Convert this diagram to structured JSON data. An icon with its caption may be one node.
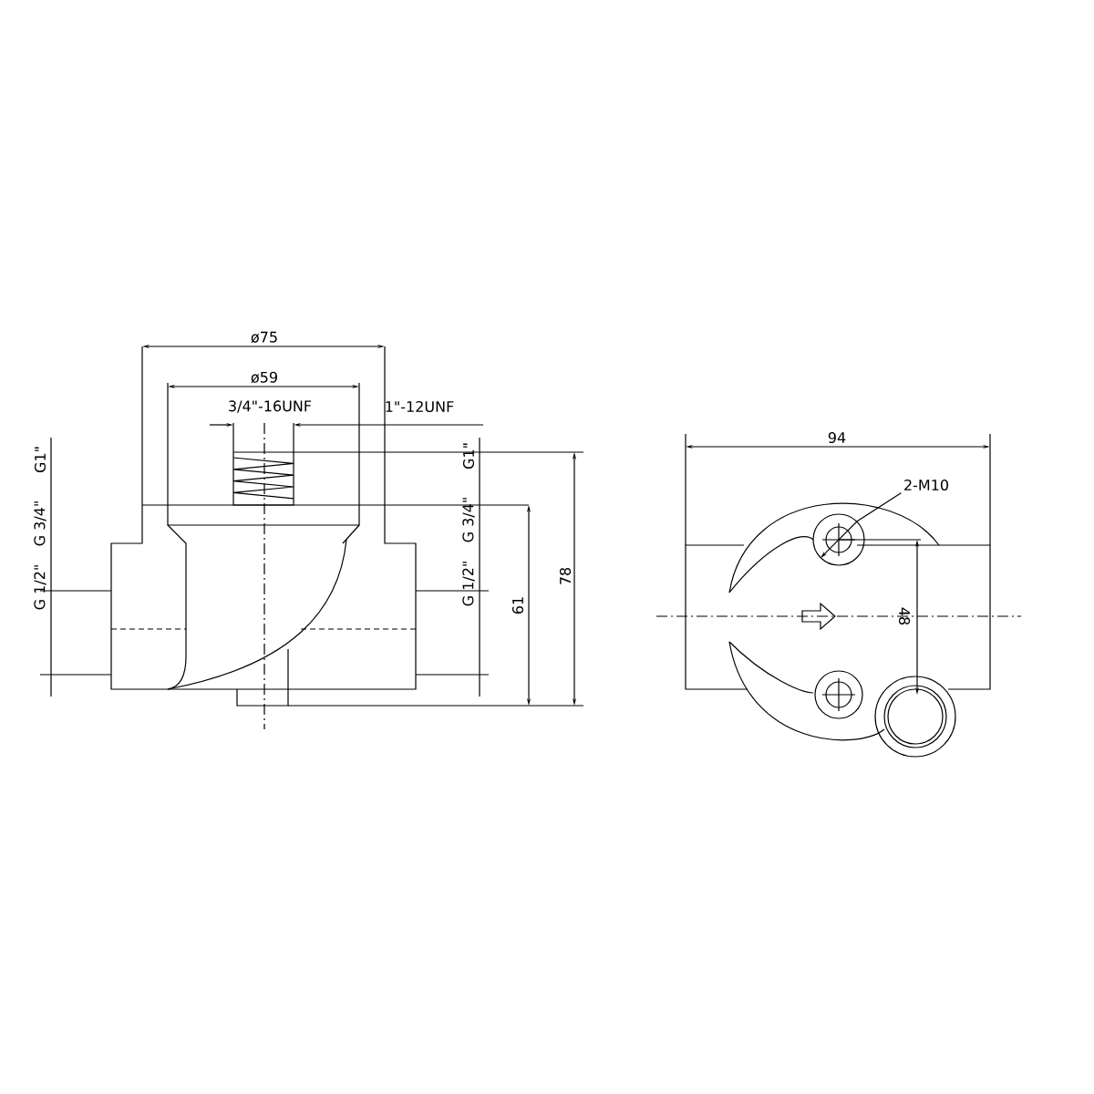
{
  "diagram": {
    "nodes": [
      {
        "text": [
          "2-M10"
        ]
      },
      {
        "text": [],
        "shape": "circle"
      }
    ],
    "edges": [
      {
        "from": 0,
        "to": 1,
        "arrow": "to"
      }
    ],
    "labels": [
      "ø75",
      "ø59",
      "3/4\"-16UNF",
      "1\"-12UNF",
      "G 1/2\"",
      "G 3/4\"",
      "G1\"",
      "G 1/2\"",
      "G 3/4\"",
      "G1\"",
      "61",
      "78",
      "94",
      "48"
    ]
  }
}
